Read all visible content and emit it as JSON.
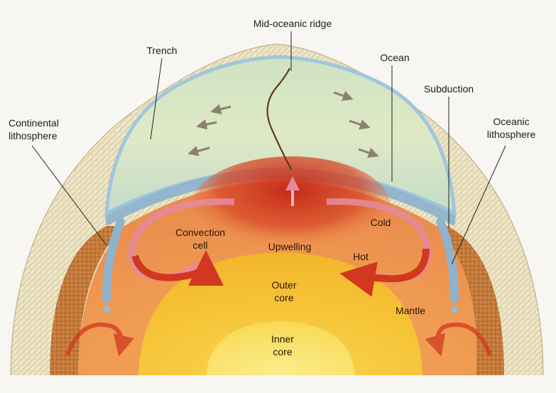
{
  "labels": {
    "mid_oceanic_ridge": "Mid-oceanic ridge",
    "trench": "Trench",
    "ocean": "Ocean",
    "subduction": "Subduction",
    "continental_lithosphere_line1": "Continental",
    "continental_lithosphere_line2": "lithosphere",
    "oceanic_lithosphere_line1": "Oceanic",
    "oceanic_lithosphere_line2": "lithosphere",
    "convection_cell_line1": "Convection",
    "convection_cell_line2": "cell",
    "upwelling": "Upwelling",
    "cold": "Cold",
    "hot": "Hot",
    "outer_core_line1": "Outer",
    "outer_core_line2": "core",
    "mantle": "Mantle",
    "inner_core_line1": "Inner",
    "inner_core_line2": "core"
  },
  "colors": {
    "background": "#f7f6f2",
    "ocean_water": "#cfe3c2",
    "ocean_rim": "#a9cce0",
    "oceanic_plate": "#8fb3cc",
    "mantle": "#f0a35a",
    "mantle_hot": "#c8301c",
    "outer_core": "#f6c22e",
    "inner_core": "#f9de58",
    "continental_crust": "#c47a3a",
    "convection_arrow": "#d2371f",
    "cold_arrow": "#e48a9c"
  }
}
